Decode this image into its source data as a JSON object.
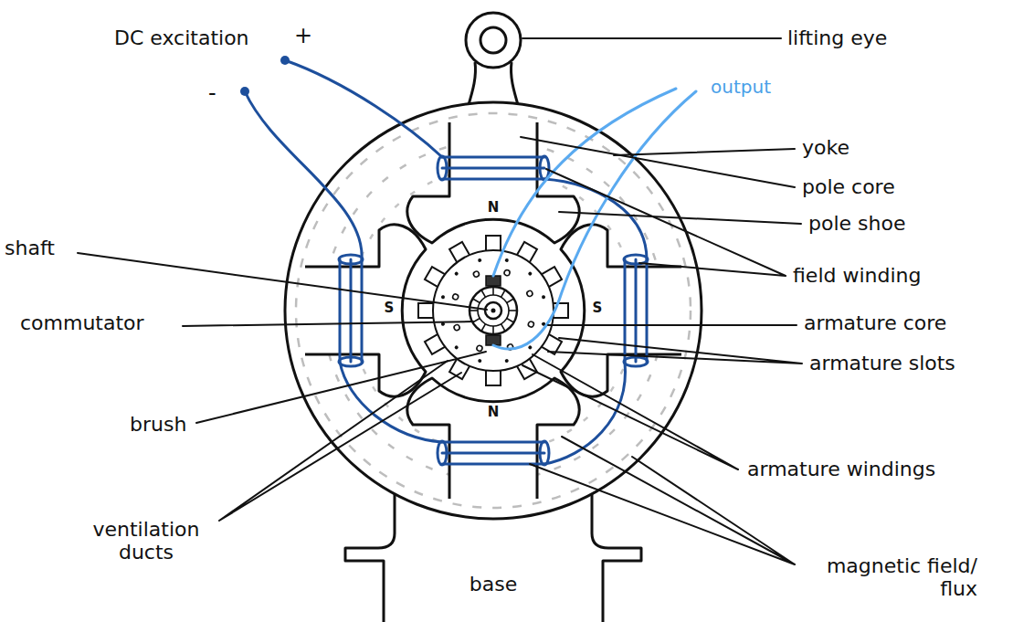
{
  "diagram": {
    "labels": [
      "DC excitation",
      "+",
      "-",
      "output",
      "lifting eye",
      "yoke",
      "pole core",
      "pole shoe",
      "field winding",
      "armature core",
      "armature slots",
      "shaft",
      "commutator",
      "brush",
      "armature windings",
      "ventilation ducts",
      "magnetic field/ flux",
      "base",
      "N",
      "S",
      "S",
      "N"
    ]
  }
}
